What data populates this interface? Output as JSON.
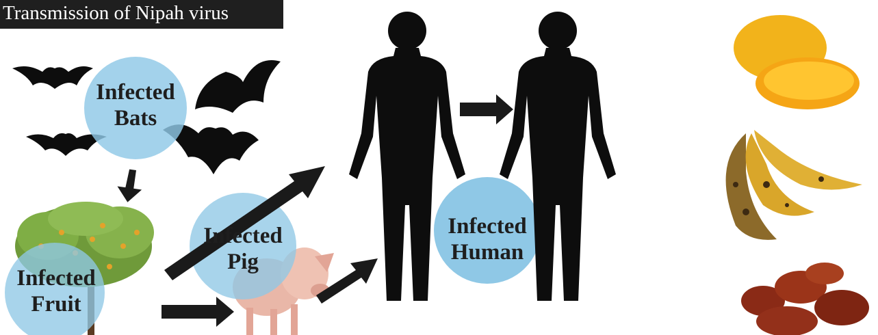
{
  "title": "Transmission of Nipah virus",
  "nodes": {
    "bats": {
      "line1": "Infected",
      "line2": "Bats"
    },
    "fruit": {
      "line1": "Infected",
      "line2": "Fruit"
    },
    "pig": {
      "line1": "Infected",
      "line2": "Pig"
    },
    "human": {
      "line1": "Infected",
      "line2": "Human"
    }
  },
  "colors": {
    "circle": "#8fc8e6",
    "silhouette": "#0d0d0d",
    "arrow": "#1a1a1a",
    "title_bg": "#1f1f1f",
    "mango": "#f2b31b",
    "banana": "#d9a62a",
    "dates": "#8a2a16",
    "tree": "#6f9a3a",
    "pig": "#e9b7a8"
  },
  "icons": [
    "bat-icon",
    "tree-icon",
    "pig-icon",
    "human-silhouette-icon",
    "mango-image",
    "banana-image",
    "dates-image"
  ]
}
